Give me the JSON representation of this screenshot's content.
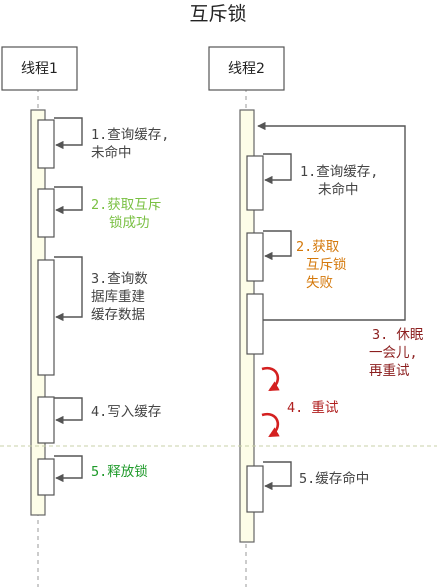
{
  "title": "互斥锁",
  "thread1": {
    "label": "线程1",
    "steps": [
      {
        "lines": [
          "1.查询缓存,",
          "未命中"
        ],
        "color": "#444444"
      },
      {
        "lines": [
          "2.获取互斥",
          "锁成功"
        ],
        "color": "#7ac043"
      },
      {
        "lines": [
          "3.查询数",
          "据库重建",
          "缓存数据"
        ],
        "color": "#444444"
      },
      {
        "lines": [
          "4.写入缓存"
        ],
        "color": "#444444"
      },
      {
        "lines": [
          "5.释放锁"
        ],
        "color": "#1e9a2a"
      }
    ]
  },
  "thread2": {
    "label": "线程2",
    "steps": [
      {
        "lines": [
          "1.查询缓存,",
          "未命中"
        ],
        "color": "#444444"
      },
      {
        "lines": [
          "2.获取",
          "互斥锁",
          "失败"
        ],
        "color": "#d4780a"
      },
      {
        "lines": [
          "3. 休眠",
          "一会儿,",
          "再重试"
        ],
        "color": "#8c1f1f"
      },
      {
        "lines": [
          "4. 重试"
        ],
        "color": "#b02020"
      },
      {
        "lines": [
          "5.缓存命中"
        ],
        "color": "#444444"
      }
    ]
  }
}
